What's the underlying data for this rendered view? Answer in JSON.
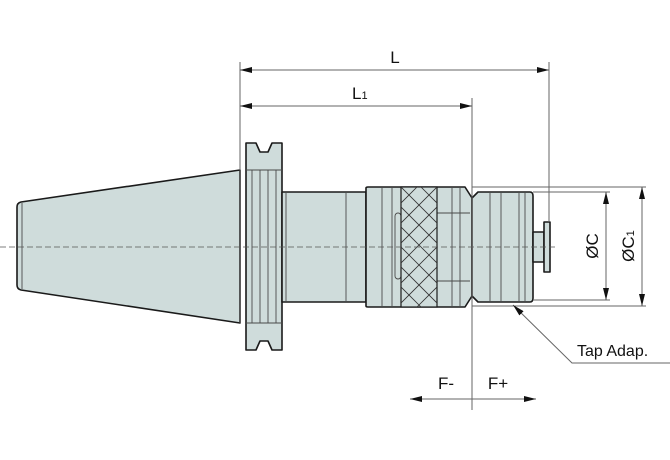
{
  "title": "Tap adapter holder dimension drawing",
  "dimensions": {
    "L": "L",
    "L1_main": "L",
    "L1_sub": "1",
    "C": "ØC",
    "C1_main": "ØC",
    "C1_sub": "1",
    "F_minus": "F-",
    "F_plus": "F+"
  },
  "callouts": {
    "tap_adapter": "Tap Adap."
  },
  "colors": {
    "body_fill": "#cfdcdb",
    "outline": "#1a1a1a",
    "dimension_line": "#666666"
  }
}
